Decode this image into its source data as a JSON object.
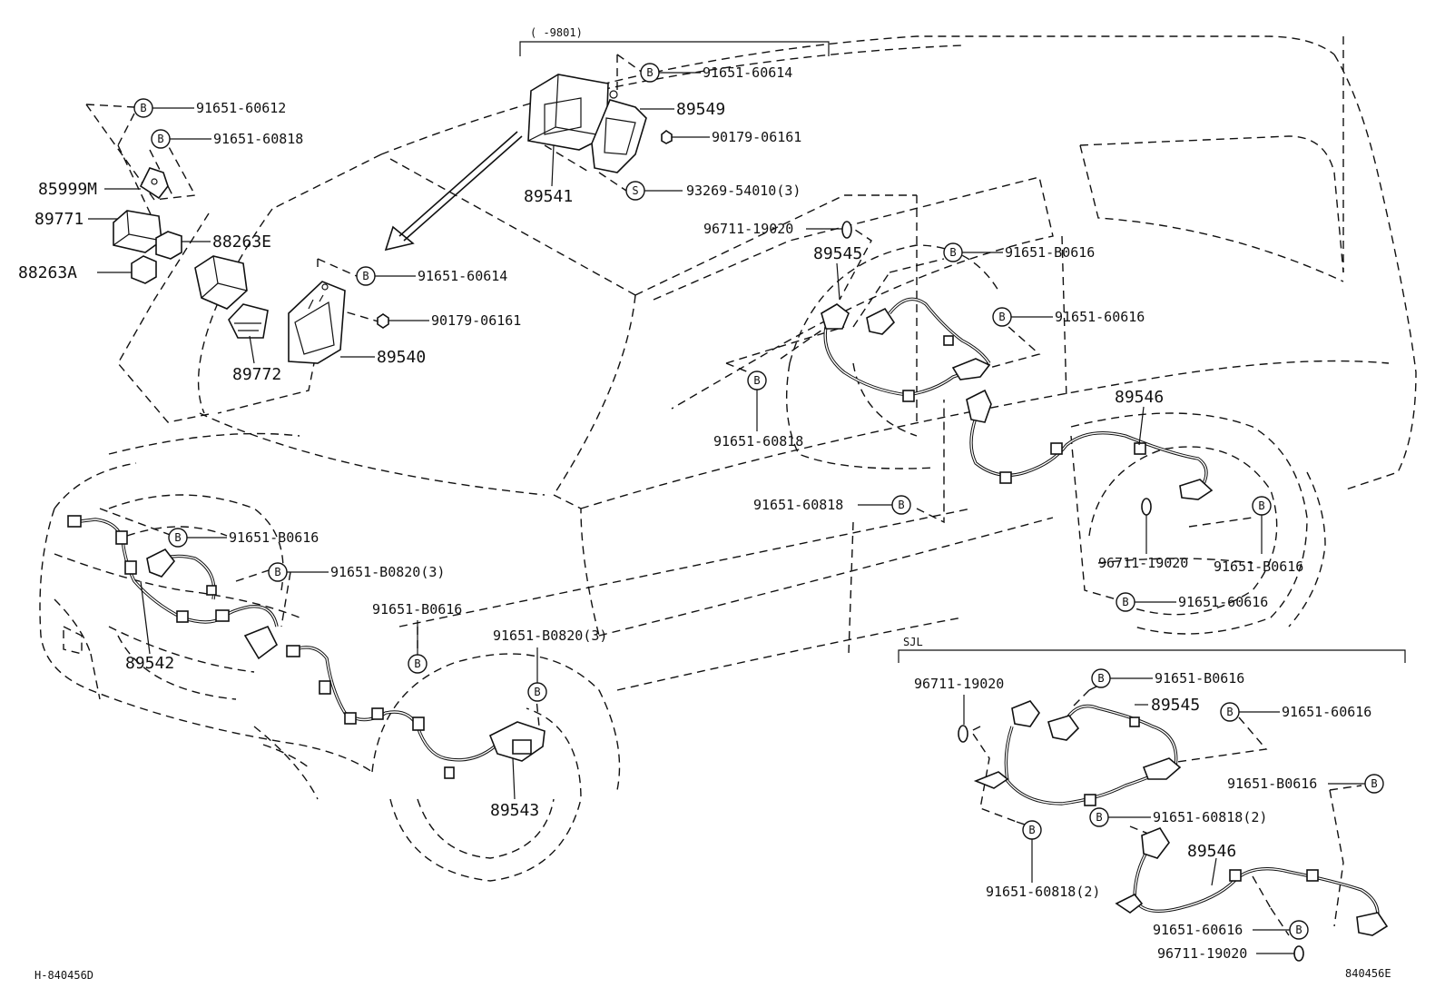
{
  "header_note": "(      -9801)",
  "variant_label": "SJL",
  "footer": {
    "left_code": "H-840456D",
    "right_code": "840456E"
  },
  "badges": {
    "bolt": "B",
    "screw": "S"
  },
  "labels": {
    "p91651_60612": "91651-60612",
    "p91651_60818_a": "91651-60818",
    "p85999M": "85999M",
    "p89771": "89771",
    "p88263E": "88263E",
    "p88263A": "88263A",
    "p89772": "89772",
    "p91651_60614_a": "91651-60614",
    "p90179_06161_a": "90179-06161",
    "p89540": "89540",
    "p91651_60614_b": "91651-60614",
    "p89549": "89549",
    "p90179_06161_b": "90179-06161",
    "p89541": "89541",
    "p93269_54010": "93269-54010(3)",
    "p96711_19020_a": "96711-19020",
    "p89545_a": "89545",
    "p91651_B0616_a": "91651-B0616",
    "p91651_60616_a": "91651-60616",
    "p91651_60818_b": "91651-60818",
    "p89546_a": "89546",
    "p91651_60818_c": "91651-60818",
    "p96711_19020_b": "96711-19020",
    "p91651_B0616_b": "91651-B0616",
    "p91651_60616_b": "91651-60616",
    "p91651_B0616_c": "91651-B0616",
    "p91651_B0820_a": "91651-B0820(3)",
    "p89542": "89542",
    "p91651_B0616_d": "91651-B0616",
    "p91651_B0820_b": "91651-B0820(3)",
    "p89543": "89543",
    "s96711_19020_a": "96711-19020",
    "s91651_B0616_a": "91651-B0616",
    "s89545": "89545",
    "s91651_60616_a": "91651-60616",
    "s91651_B0616_b": "91651-B0616",
    "s91651_60818_a": "91651-60818(2)",
    "s89546": "89546",
    "s91651_60818_b": "91651-60818(2)",
    "s91651_60616_b": "91651-60616",
    "s96711_19020_b": "96711-19020"
  }
}
